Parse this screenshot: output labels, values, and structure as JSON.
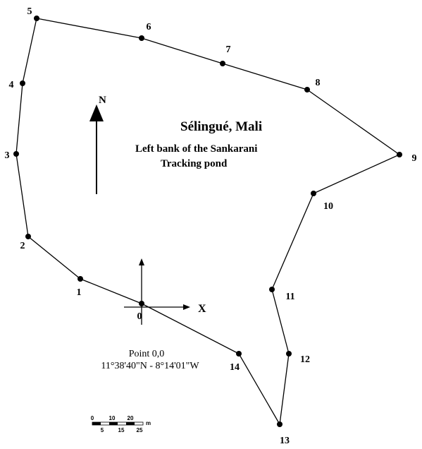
{
  "map": {
    "title": "Sélingué, Mali",
    "subtitle_line1": "Left bank of the Sankarani",
    "subtitle_line2": "Tracking pond",
    "north_label": "N",
    "x_axis_label": "X",
    "origin_label": "Point 0,0",
    "origin_coords": "11°38'40\"N - 8°14'01\"W",
    "scale": {
      "top_ticks": [
        "0",
        "10",
        "20"
      ],
      "bottom_ticks": [
        "5",
        "15",
        "25"
      ],
      "unit": "m"
    },
    "vertices": [
      {
        "label": "0"
      },
      {
        "label": "1"
      },
      {
        "label": "2"
      },
      {
        "label": "3"
      },
      {
        "label": "4"
      },
      {
        "label": "5"
      },
      {
        "label": "6"
      },
      {
        "label": "7"
      },
      {
        "label": "8"
      },
      {
        "label": "9"
      },
      {
        "label": "10"
      },
      {
        "label": "11"
      },
      {
        "label": "12"
      },
      {
        "label": "13"
      },
      {
        "label": "14"
      }
    ],
    "colors": {
      "ink": "#000000",
      "background": "#ffffff"
    }
  }
}
